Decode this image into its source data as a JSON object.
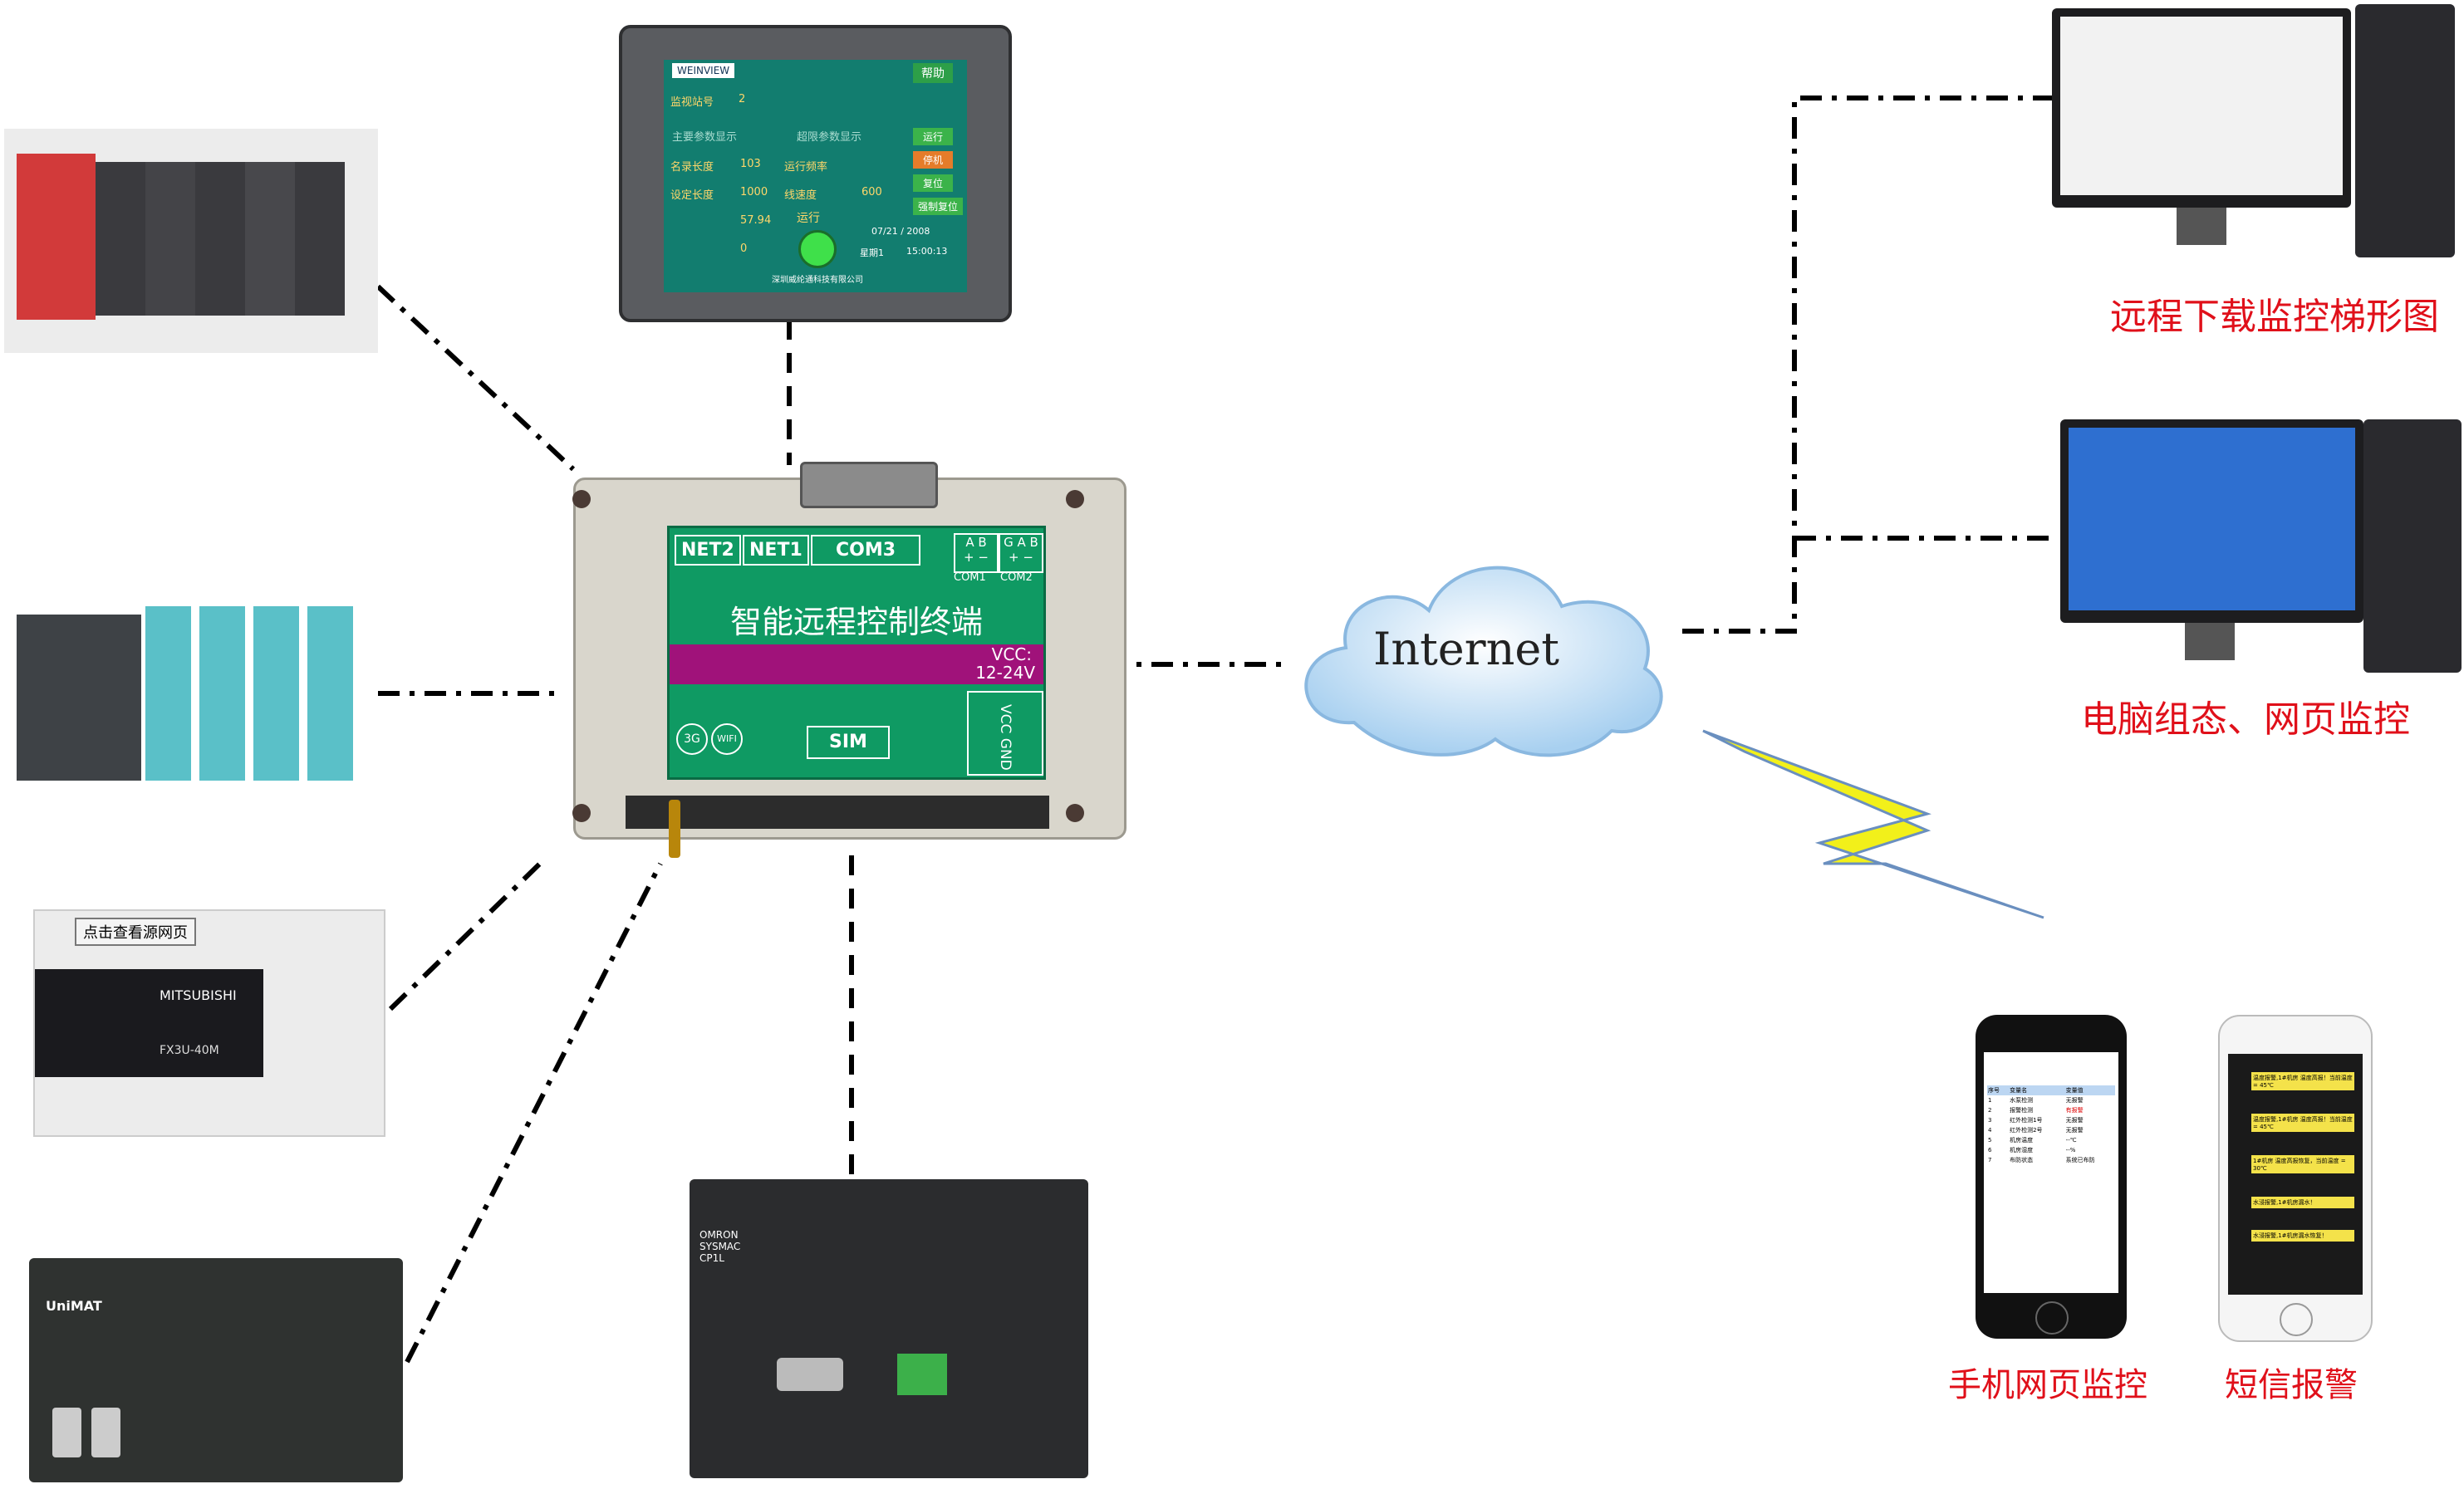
{
  "terminal": {
    "title": "智能远程控制终端",
    "ports": [
      "NET2",
      "NET1",
      "COM3"
    ],
    "com1_pins": "A B",
    "com1_signs": "+ −",
    "com1_label": "COM1",
    "com2_pins": "G A B",
    "com2_signs": "+ −",
    "com2_label": "COM2",
    "vcc_label": "VCC:",
    "vcc_range": "12-24V",
    "sim_label": "SIM",
    "badge_3g": "3G",
    "badge_wifi": "WIFI",
    "vcc_gnd": "VCC GND"
  },
  "cloud": {
    "label": "Internet"
  },
  "hmi": {
    "brand": "WEINVIEW",
    "tab": "帮助",
    "fields": [
      "监视站号",
      "主要参数显示",
      "超限参数显示",
      "名录长度",
      "设定长度",
      "运行频率",
      "线速度"
    ],
    "values": [
      "2",
      "103",
      "1000",
      "57.94",
      "0",
      "600"
    ],
    "buttons": [
      "运行",
      "停机",
      "复位",
      "强制复位"
    ],
    "status": "运行",
    "date": "07/21 / 2008",
    "time": "15:00:13",
    "weekday": "星期1",
    "footer": "深圳威纶通科技有限公司"
  },
  "plc_mitsubishi": {
    "brand": "MITSUBISHI",
    "model": "FX3U-40M",
    "tooltip": "点击查看源网页"
  },
  "plc_unimat": {
    "brand": "UniMAT"
  },
  "plc_omron": {
    "brand": "OMRON SYSMAC CP1L"
  },
  "destinations": {
    "ladder": "远程下载监控梯形图",
    "scada": "电脑组态、网页监控",
    "mobile_web": "手机网页监控",
    "sms": "短信报警"
  },
  "phone_web": {
    "header": [
      "序号",
      "变量名",
      "变量值"
    ],
    "rows": [
      [
        "1",
        "水泵检测",
        "无报警"
      ],
      [
        "2",
        "报警检测",
        "有报警"
      ],
      [
        "3",
        "红外检测1号",
        "无报警"
      ],
      [
        "4",
        "红外检测2号",
        "无报警"
      ],
      [
        "5",
        "机房温度",
        "--℃"
      ],
      [
        "6",
        "机房湿度",
        "--%"
      ],
      [
        "7",
        "布防状态",
        "系统已布防"
      ]
    ]
  },
  "phone_sms": {
    "messages": [
      "温度报警,1#机房 温度高报！当前温度 = 45℃",
      "温度报警,1#机房 温度高报！当前温度 = 45℃",
      "1#机房 温度高报恢复，当前温度 = 30℃",
      "水浸报警,1#机房漏水！",
      "水浸报警,1#机房漏水恢复！"
    ]
  },
  "colors": {
    "terminal_green": "#0f9a63",
    "magenta": "#a0127a",
    "caption_red": "#e0101a",
    "bolt_yellow": "#f2f01a"
  }
}
